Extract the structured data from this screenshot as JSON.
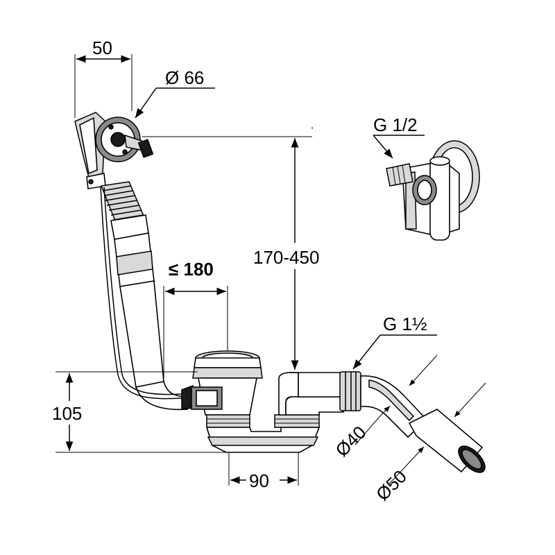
{
  "dimensions": {
    "overflow_width": "50",
    "overflow_diameter": "Ø 66",
    "height_range": "170-450",
    "max_distance": "≤ 180",
    "valve_thread": "G 1/2",
    "outlet_thread": "G 1½",
    "trap_height": "105",
    "outlet_diameter_small": "Ø40",
    "outlet_diameter_large": "Ø50",
    "trap_width": "90"
  },
  "colors": {
    "line": "#000000",
    "light_fill": "#d9d9d9",
    "mid_fill": "#8a8a8a",
    "dark_fill": "#1a1a1a"
  }
}
